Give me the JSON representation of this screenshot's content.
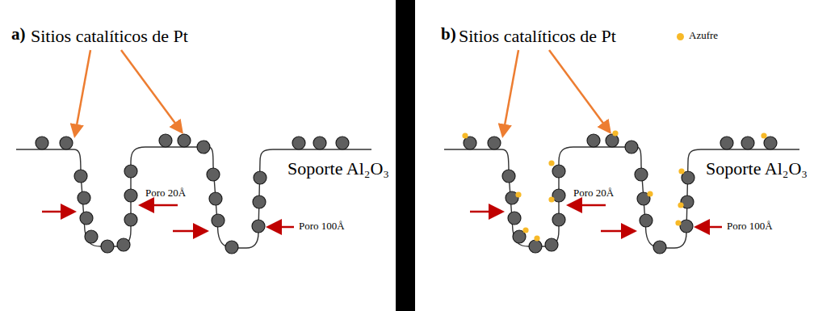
{
  "diagram": {
    "labels": [
      "a)",
      "Sitios catalíticos de Pt",
      "Poro 20Å",
      "Poro 100Å",
      "Soporte Al₂O₃",
      "b)",
      "Sitios catalíticos de Pt",
      "Poro 20Å",
      "Poro 100Å",
      "Soporte Al₂O₃"
    ],
    "legend": [
      {
        "text": "Azufre",
        "color": "#f7b928"
      }
    ]
  }
}
